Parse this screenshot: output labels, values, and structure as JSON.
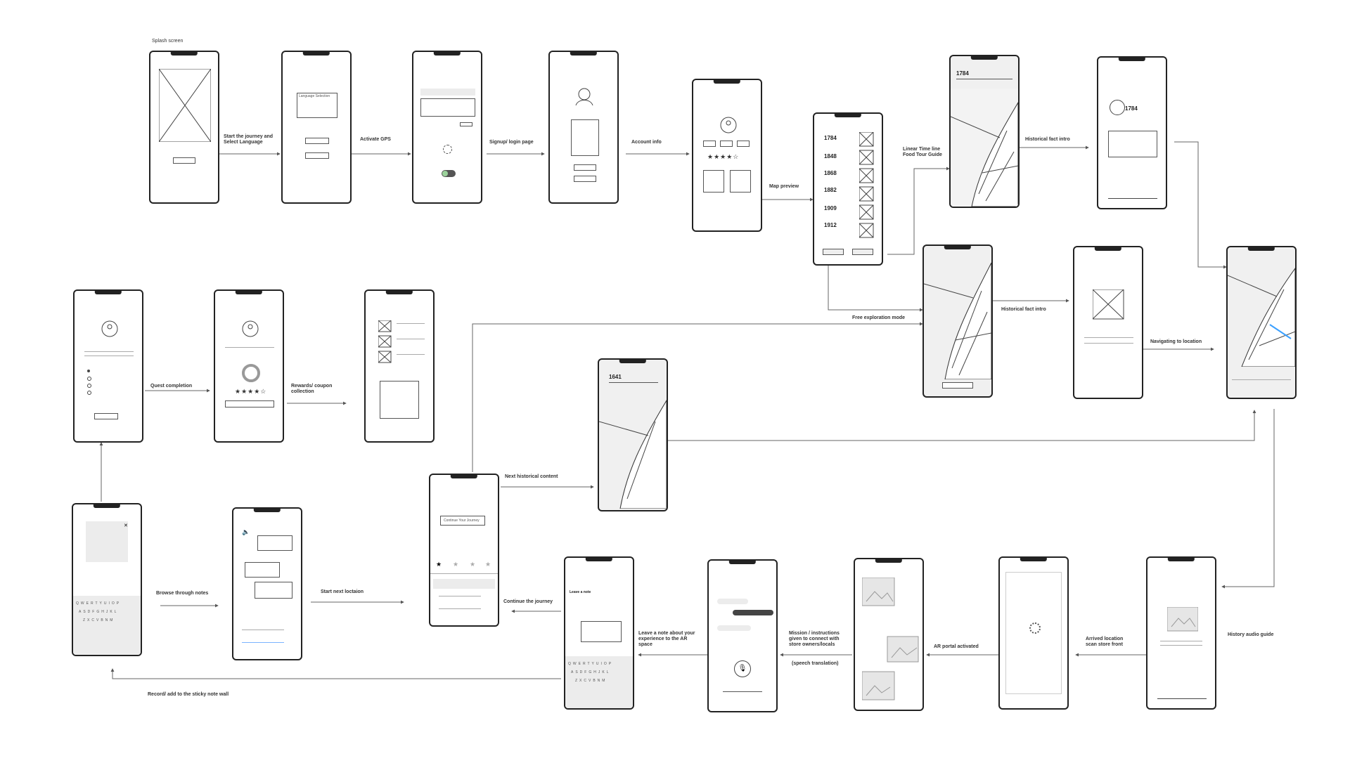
{
  "labels": {
    "splash": "Splash screen",
    "start_journey": "Start the journey and\nSelect Language",
    "activate_gps": "Activate GPS",
    "signup": "Signup/ login page",
    "account_info": "Account info",
    "map_preview": "Map preview",
    "linear_timeline": "Linear Time line\nFood Tour Guide",
    "historical_fact_1": "Historical fact intro",
    "historical_fact_2": "Historical fact intro",
    "free_exploration": "Free exploration mode",
    "navigating": "Navigating to location",
    "quest_completion": "Quest completion",
    "rewards": "Rewards/ coupon\ncollection",
    "next_historical": "Next historical content",
    "browse_notes": "Browse through notes",
    "start_next": "Start next loctaion",
    "continue_journey": "Continue the journey",
    "leave_note": "Leave a note about your\nexperience to the AR\nspace",
    "mission": "Mission / instructions\ngiven to connect with\nstore owners/locals",
    "speech": "(speech translation)",
    "ar_portal": "AR portal activated",
    "arrived": "Arrived location\nscan store front",
    "history_audio": "History audio guide",
    "record": "Record/ add to the sticky note wall"
  },
  "timeline_years": [
    "1784",
    "1848",
    "1868",
    "1882",
    "1909",
    "1912"
  ],
  "map_years": {
    "first": "1784",
    "second": "1784",
    "third": "1641"
  },
  "screens": {
    "language_selection": "Language Selection",
    "continue_journey_btn": "Continue Your Journey",
    "leave_a_note": "Leave a note",
    "rating": "★★★★☆",
    "rating2": "★★★★☆",
    "keyboard_row1": "QWERTYUIOP",
    "keyboard_row2": "ASDFGHJKL",
    "keyboard_row3": "ZXCVBNM",
    "kb_row1": "QWERTYUIOP",
    "kb_row2": "ASDFGHJKL",
    "kb_row3": "ZXCVBNM"
  },
  "icons": [
    "image-placeholder-icon",
    "map-icon",
    "microphone-icon",
    "speaker-icon",
    "star-icon",
    "loading-spinner-icon",
    "toggle-icon",
    "avatar-icon",
    "chevron-icon",
    "close-icon"
  ]
}
